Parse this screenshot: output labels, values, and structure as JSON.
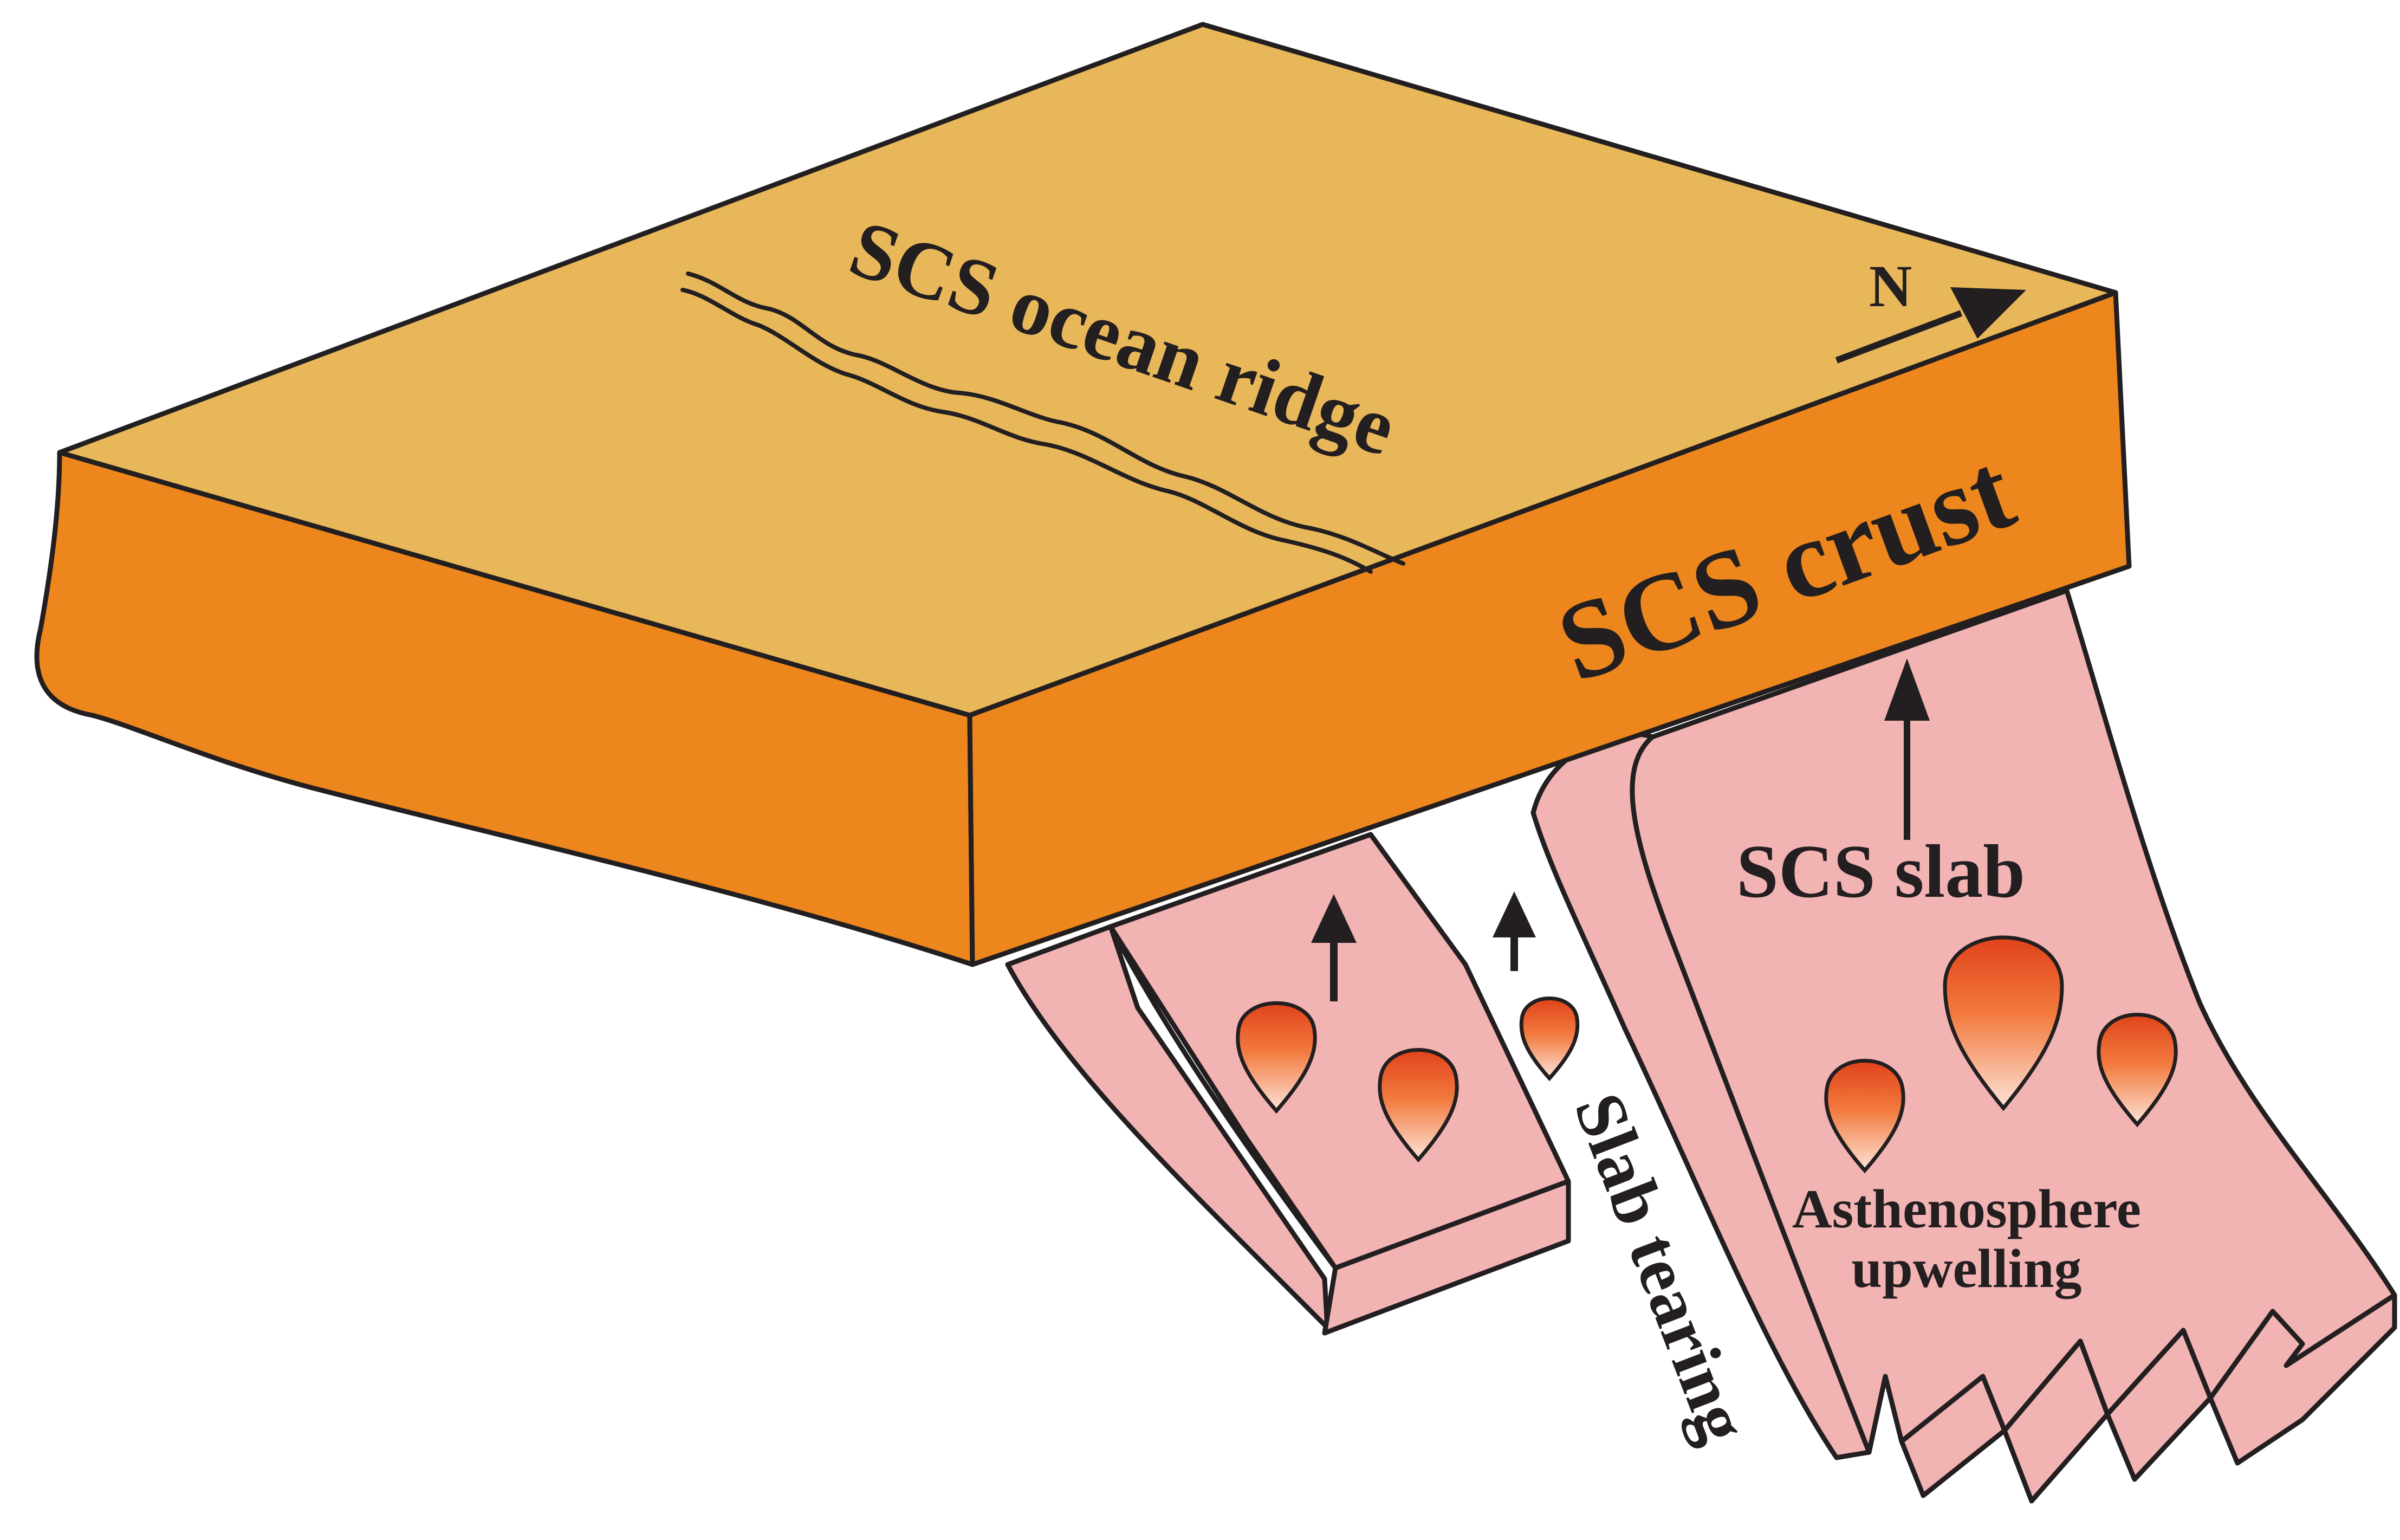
{
  "labels": {
    "ocean_ridge": "SCS ocean ridge",
    "north": "N",
    "crust": "SCS crust",
    "slab": "SCS slab",
    "tearing": "Slab tearing",
    "asthenosphere_line1": "Asthenosphere",
    "asthenosphere_line2": "upwelling"
  },
  "colors": {
    "crust_top": "#e8b75a",
    "crust_side": "#ed861c",
    "slab": "#f2b3b3",
    "outline": "#231f20",
    "melt_top": "#e0431a",
    "melt_bottom": "#fde3d8"
  }
}
